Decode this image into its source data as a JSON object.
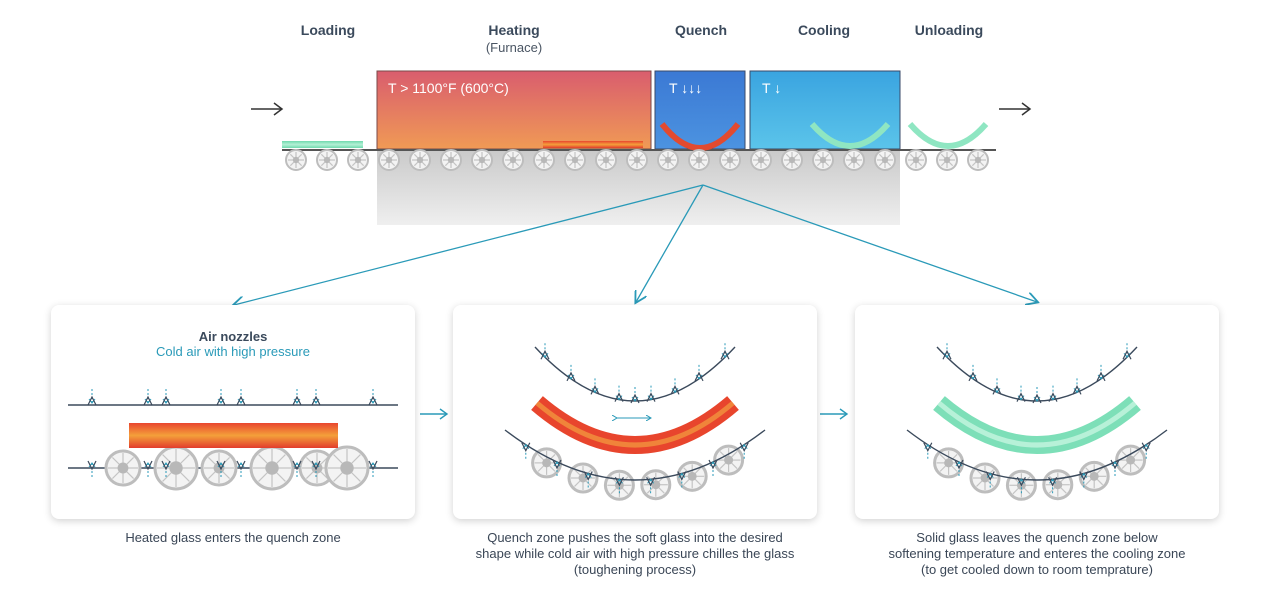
{
  "stages": {
    "loading": "Loading",
    "heating": "Heating",
    "heating_sub": "(Furnace)",
    "quench": "Quench",
    "cooling": "Cooling",
    "unloading": "Unloading"
  },
  "zones": {
    "heating_temp": "T > 1100°F (600°C)",
    "quench_temp": "T ↓↓↓",
    "cooling_temp": "T ↓"
  },
  "panel1": {
    "title": "Air nozzles",
    "subtitle": "Cold air with high pressure"
  },
  "captions": {
    "c1": "Heated glass enters the quench zone",
    "c2_l1": "Quench zone pushes the soft glass into the desired",
    "c2_l2": "shape while cold air with high pressure chilles the glass",
    "c2_l3": "(toughening process)",
    "c3_l1": "Solid glass leaves the quench zone below",
    "c3_l2": "softening temperature and enteres the cooling zone",
    "c3_l3": "(to get cooled down to room temprature)"
  },
  "colors": {
    "furnace_top": "#d95d6e",
    "furnace_bottom": "#f09a55",
    "quench": "#3a86d8",
    "cooling": "#4ab6e4",
    "hot_glass": "#e23c2c",
    "cool_glass": "#7ddfb8",
    "arrow_teal": "#2a9ab8"
  }
}
